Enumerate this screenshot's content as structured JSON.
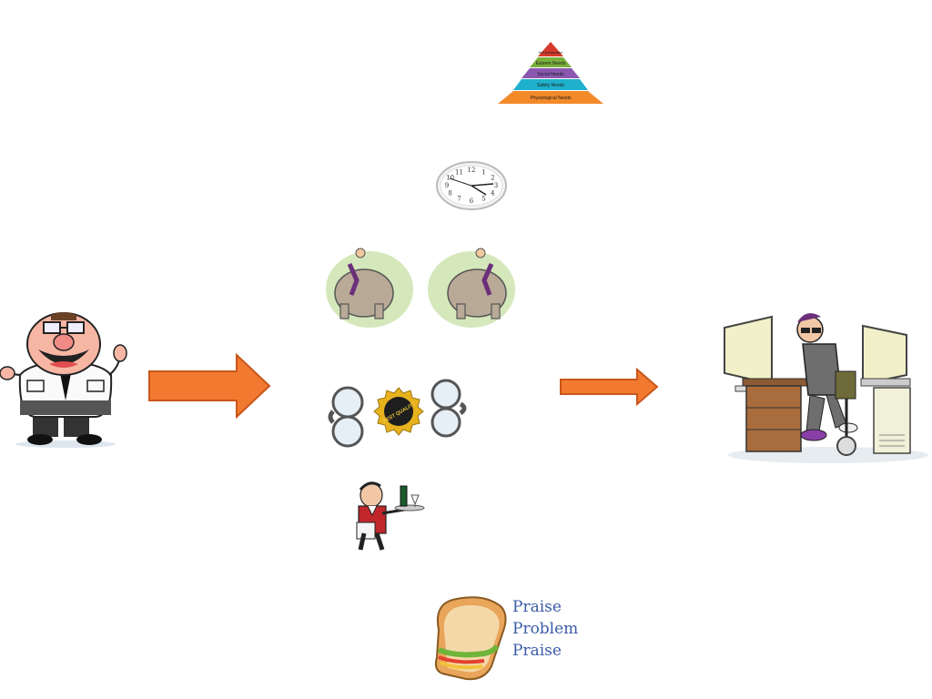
{
  "pyramid": {
    "levels": [
      {
        "label": "Self Actualization",
        "color": "#d63a2c"
      },
      {
        "label": "Esteem Needs",
        "color": "#7ab03c"
      },
      {
        "label": "Social Needs",
        "color": "#8a58b0"
      },
      {
        "label": "Safety Needs",
        "color": "#1fb0cc"
      },
      {
        "label": "Physiological Needs",
        "color": "#f28a2a"
      }
    ]
  },
  "clock": {
    "numerals": [
      "12",
      "1",
      "2",
      "3",
      "4",
      "5",
      "6",
      "7",
      "8",
      "9",
      "10",
      "11"
    ]
  },
  "badge": {
    "text": "BEST QUALITY"
  },
  "sandwich": {
    "lines": [
      "Praise",
      "Problem",
      "Praise"
    ]
  },
  "colors": {
    "arrow": "#f27a30",
    "arrow_stroke": "#c8561a",
    "text_blue": "#3a5aa6"
  }
}
